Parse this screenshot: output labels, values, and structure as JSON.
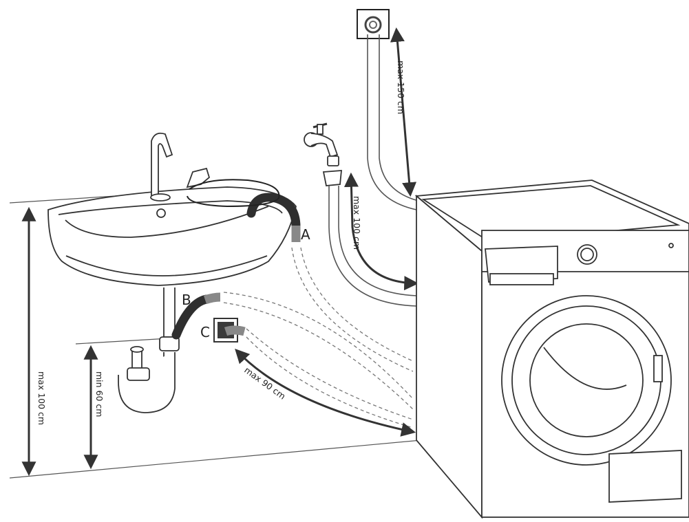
{
  "labels": {
    "outlet_a": "A",
    "outlet_b": "B",
    "outlet_c": "C"
  },
  "dimensions": {
    "wall_outlet_height": "max 150 cm",
    "tap_height": "max 100 cm",
    "floor_to_sink": "max 100 cm",
    "min_drain_height": "min 60 cm",
    "floor_outlet_distance": "max 90 cm"
  },
  "colors": {
    "line": "#333333",
    "hose_end": "#888888",
    "hose_dark": "#2f2f2f"
  }
}
